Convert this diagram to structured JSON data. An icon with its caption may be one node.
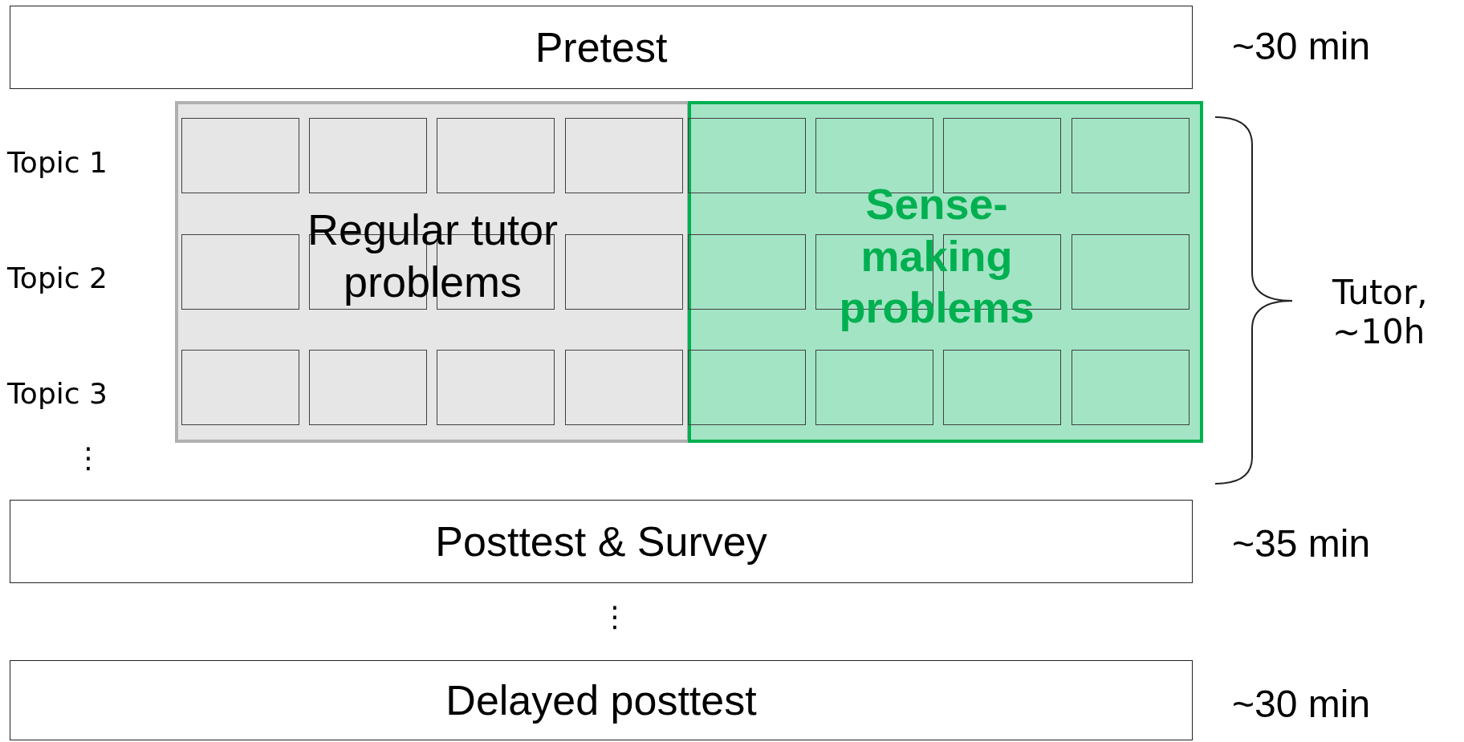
{
  "diagram": {
    "nodes": [
      {
        "text": [
          "Pretest"
        ],
        "beside": [
          "~30 min"
        ]
      },
      {
        "text": [
          "Regular tutor problems"
        ]
      },
      {
        "text": [],
        "shape": "box",
        "in": 1
      },
      {
        "text": [],
        "shape": "box",
        "in": 1
      },
      {
        "text": [],
        "shape": "box",
        "in": 1
      },
      {
        "text": [],
        "shape": "box",
        "in": 1
      },
      {
        "text": [],
        "shape": "box",
        "in": 1
      },
      {
        "text": [],
        "shape": "box",
        "in": 1
      },
      {
        "text": [],
        "shape": "box",
        "in": 1
      },
      {
        "text": [],
        "shape": "box",
        "in": 1
      },
      {
        "text": [],
        "shape": "box",
        "in": 1
      },
      {
        "text": [],
        "shape": "box",
        "in": 1
      },
      {
        "text": [],
        "shape": "box",
        "in": 1
      },
      {
        "text": [],
        "shape": "box",
        "in": 1
      },
      {
        "text": [
          "Sense-making problems"
        ]
      },
      {
        "text": [],
        "shape": "box",
        "in": 14
      },
      {
        "text": [],
        "shape": "box",
        "in": 14
      },
      {
        "text": [],
        "shape": "box",
        "in": 14
      },
      {
        "text": [],
        "shape": "box",
        "in": 14
      },
      {
        "text": [],
        "shape": "box",
        "in": 14
      },
      {
        "text": [],
        "shape": "box",
        "in": 14
      },
      {
        "text": [],
        "shape": "box",
        "in": 14
      },
      {
        "text": [],
        "shape": "box",
        "in": 14
      },
      {
        "text": [],
        "shape": "box",
        "in": 14
      },
      {
        "text": [],
        "shape": "box",
        "in": 14
      },
      {
        "text": [],
        "shape": "box",
        "in": 14
      },
      {
        "text": [],
        "shape": "box",
        "in": 14
      },
      {
        "text": [
          "Posttest & Survey"
        ],
        "beside": [
          "~35 min"
        ]
      },
      {
        "text": [
          "Delayed posttest"
        ],
        "beside": [
          "~30 min"
        ]
      }
    ],
    "labels": [
      "Topic 1",
      "Topic 2",
      "Topic 3",
      "⋮",
      "Tutor, ~10h",
      "⋮"
    ]
  }
}
